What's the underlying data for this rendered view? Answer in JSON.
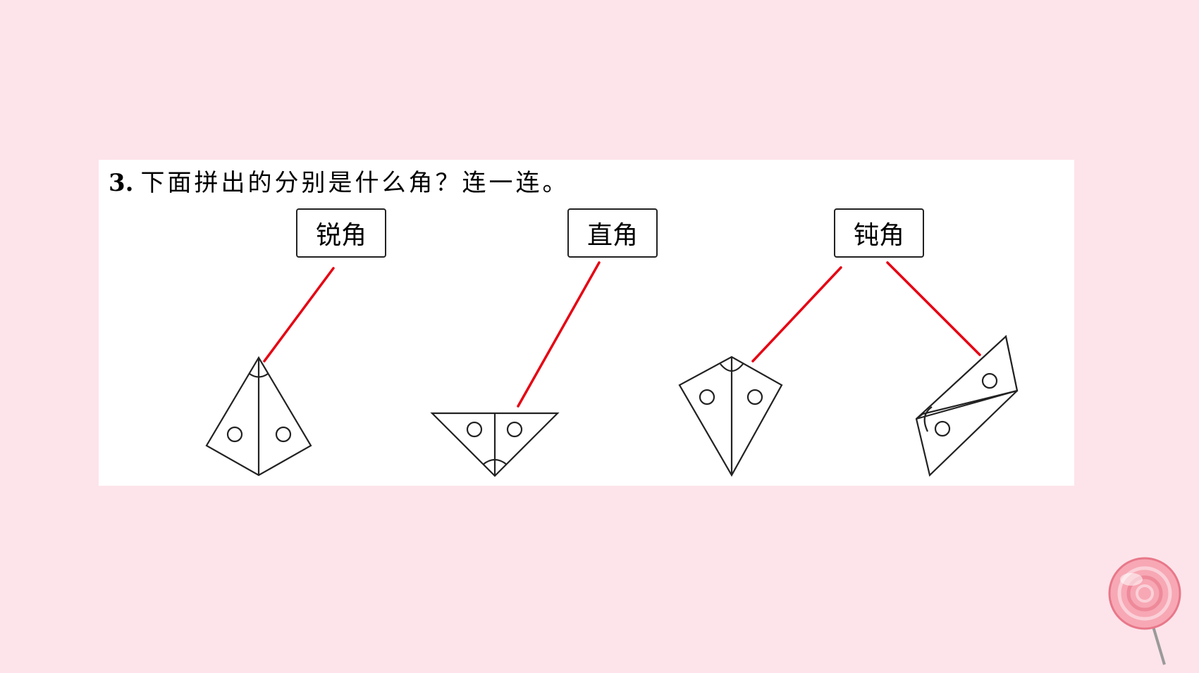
{
  "question": {
    "number": "3.",
    "text": "下面拼出的分别是什么角？连一连。"
  },
  "labels": [
    "锐角",
    "直角",
    "钝角"
  ],
  "colors": {
    "background": "#fde4ea",
    "panel": "#ffffff",
    "connector": "#e60012",
    "ink": "#222222"
  },
  "decoration": "lollipop-icon"
}
